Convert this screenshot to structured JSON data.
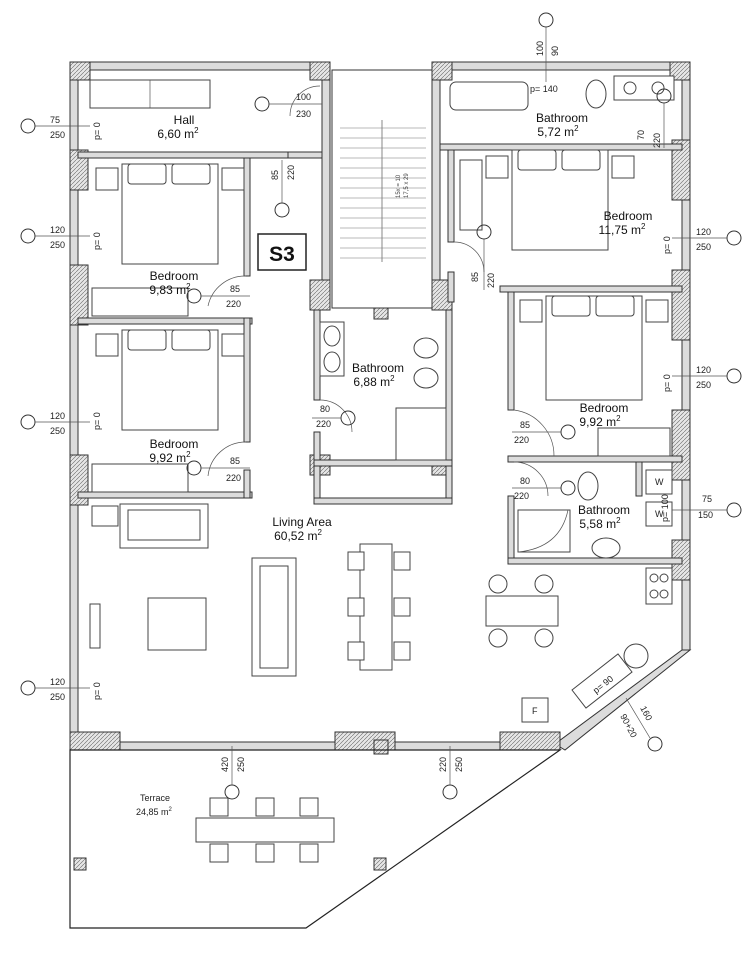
{
  "unit_label": "S3",
  "rooms": {
    "hall": {
      "name": "Hall",
      "area": "6,60 m"
    },
    "bedroom_nw": {
      "name": "Bedroom",
      "area": "9,83 m"
    },
    "bedroom_w": {
      "name": "Bedroom",
      "area": "9,92 m"
    },
    "bathroom_top": {
      "name": "Bathroom",
      "area": "5,72 m"
    },
    "bedroom_ne": {
      "name": "Bedroom",
      "area": "11,75 m"
    },
    "bathroom_mid": {
      "name": "Bathroom",
      "area": "6,88 m"
    },
    "bedroom_e": {
      "name": "Bedroom",
      "area": "9,92 m"
    },
    "bathroom_e": {
      "name": "Bathroom",
      "area": "5,58 m"
    },
    "living": {
      "name": "Living Area",
      "area": "60,52 m"
    },
    "terrace": {
      "name": "Terrace",
      "area": "24,85 m"
    }
  },
  "area_exponent": "2",
  "doors": {
    "hall_main": [
      "100",
      "230"
    ],
    "hall_bed": [
      "85",
      "220"
    ],
    "bed_nw": [
      "85",
      "220"
    ],
    "bed_w": [
      "85",
      "220"
    ],
    "bath_mid": [
      "80",
      "220"
    ],
    "bed_ne": [
      "85",
      "220"
    ],
    "bed_e": [
      "85",
      "220"
    ],
    "bath_e": [
      "80",
      "220"
    ],
    "bath_top_side": [
      "70",
      "220"
    ],
    "terrace_left": [
      "420",
      "250"
    ],
    "terrace_right": [
      "220",
      "250"
    ],
    "top_window": [
      "100",
      "90"
    ]
  },
  "windows": {
    "w_hall": [
      "75",
      "250"
    ],
    "w_bed_nw": [
      "120",
      "250"
    ],
    "w_bed_w": [
      "120",
      "250"
    ],
    "w_living_w": [
      "120",
      "250"
    ],
    "w_bed_ne": [
      "120",
      "250"
    ],
    "w_bed_e": [
      "120",
      "250"
    ],
    "w_bath_e": [
      "75",
      "150"
    ],
    "w_kitchen_a": "160",
    "w_kitchen_b": "90+20"
  },
  "sill": {
    "p0": "p= 0",
    "p140": "p= 140",
    "p100": "p= 100",
    "p90": "p= 90"
  },
  "stairs": [
    "15x = 10",
    "17,5 x 29"
  ],
  "appliance_marks": {
    "w1": "W",
    "w2": "W",
    "f": "F"
  }
}
